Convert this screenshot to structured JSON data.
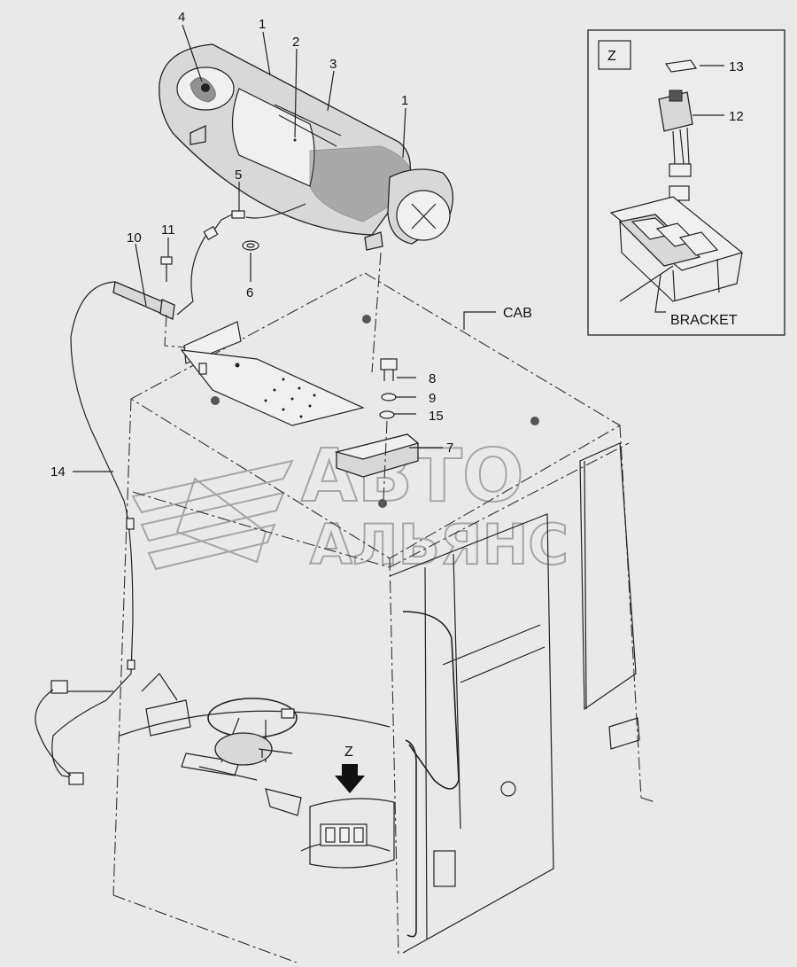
{
  "callouts": {
    "p1a": "1",
    "p1b": "1",
    "p2": "2",
    "p3": "3",
    "p4": "4",
    "p5": "5",
    "p6": "6",
    "p7": "7",
    "p8": "8",
    "p9": "9",
    "p10": "10",
    "p11": "11",
    "p12": "12",
    "p13": "13",
    "p14": "14",
    "p15": "15"
  },
  "labels": {
    "cab": "CAB",
    "bracket": "BRACKET",
    "detail_view": "Z",
    "view_arrow": "Z"
  },
  "watermark": {
    "line1": "АВТО",
    "line2": "АЛЬЯНС"
  }
}
